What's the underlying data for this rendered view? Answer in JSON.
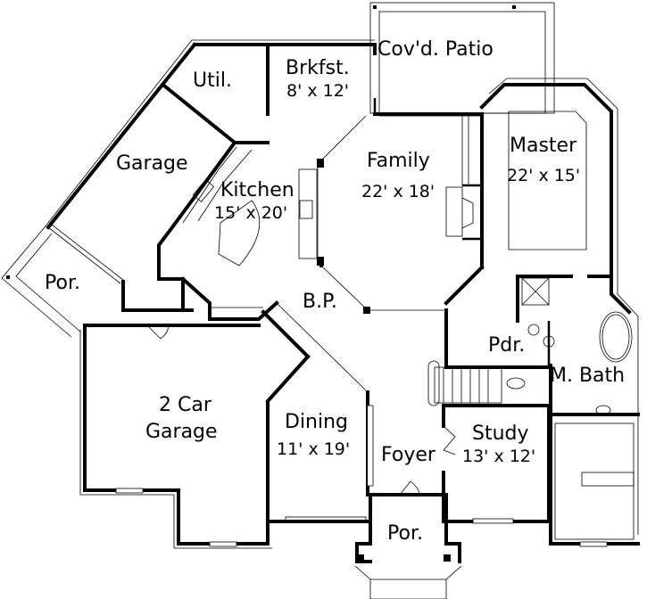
{
  "plan": {
    "type": "floor-plan",
    "rooms": [
      {
        "key": "util",
        "name": "Util.",
        "dims": ""
      },
      {
        "key": "brkfst",
        "name": "Brkfst.",
        "dims": "8' x 12'"
      },
      {
        "key": "patio",
        "name": "Cov'd. Patio",
        "dims": ""
      },
      {
        "key": "garage_small",
        "name": "Garage",
        "dims": ""
      },
      {
        "key": "kitchen",
        "name": "Kitchen",
        "dims": "15' x 20'"
      },
      {
        "key": "family",
        "name": "Family",
        "dims": "22' x 18'"
      },
      {
        "key": "master",
        "name": "Master",
        "dims": "22' x 15'"
      },
      {
        "key": "por_left",
        "name": "Por.",
        "dims": ""
      },
      {
        "key": "bp",
        "name": "B.P.",
        "dims": ""
      },
      {
        "key": "pdr",
        "name": "Pdr.",
        "dims": ""
      },
      {
        "key": "mbath",
        "name": "M. Bath",
        "dims": ""
      },
      {
        "key": "garage2",
        "name": "2 Car",
        "name2": "Garage",
        "dims": ""
      },
      {
        "key": "dining",
        "name": "Dining",
        "dims": "11' x 19'"
      },
      {
        "key": "foyer",
        "name": "Foyer",
        "dims": ""
      },
      {
        "key": "study",
        "name": "Study",
        "dims": "13' x 12'"
      },
      {
        "key": "por_front",
        "name": "Por.",
        "dims": ""
      }
    ],
    "colors": {
      "wall": "#000000",
      "background": "#ffffff"
    }
  }
}
